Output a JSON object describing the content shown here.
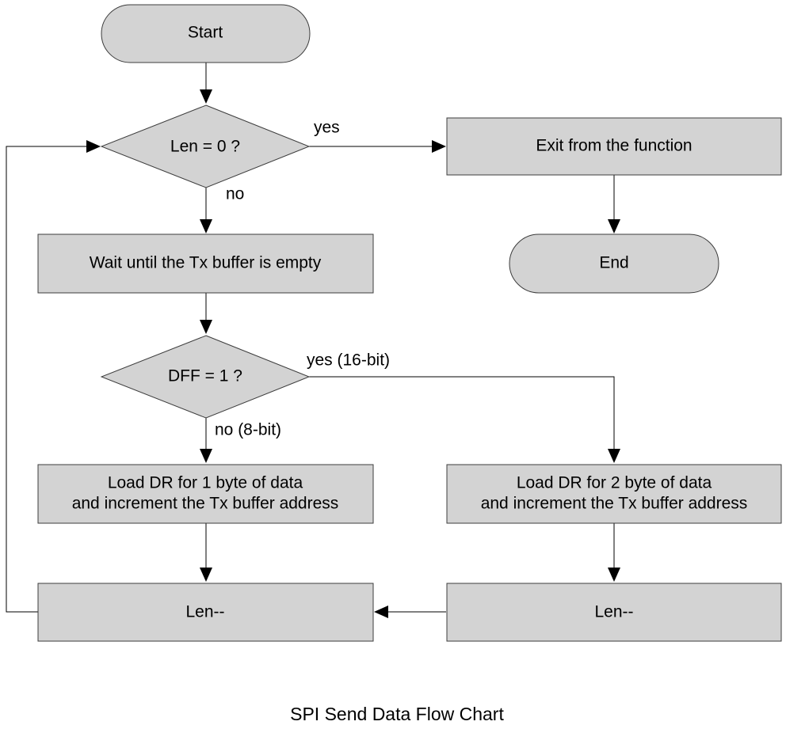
{
  "nodes": {
    "start": "Start",
    "len_check": "Len = 0 ?",
    "exit": "Exit from the function",
    "end": "End",
    "wait": "Wait until the Tx buffer is empty",
    "dff_check": "DFF = 1 ?",
    "load_1byte": [
      "Load DR for 1 byte of data",
      "and increment the Tx buffer address"
    ],
    "load_2byte": [
      "Load DR for 2 byte of data",
      "and increment the Tx buffer address"
    ],
    "len_dec_left": "Len--",
    "len_dec_right": "Len--"
  },
  "edge_labels": {
    "len_yes": "yes",
    "len_no": "no",
    "dff_yes": "yes (16-bit)",
    "dff_no": "no (8-bit)"
  },
  "caption": "SPI Send Data Flow Chart",
  "colors": {
    "node_fill": "#d3d3d3",
    "node_stroke": "#3c3c3c",
    "line": "#000000",
    "background": "#ffffff"
  }
}
